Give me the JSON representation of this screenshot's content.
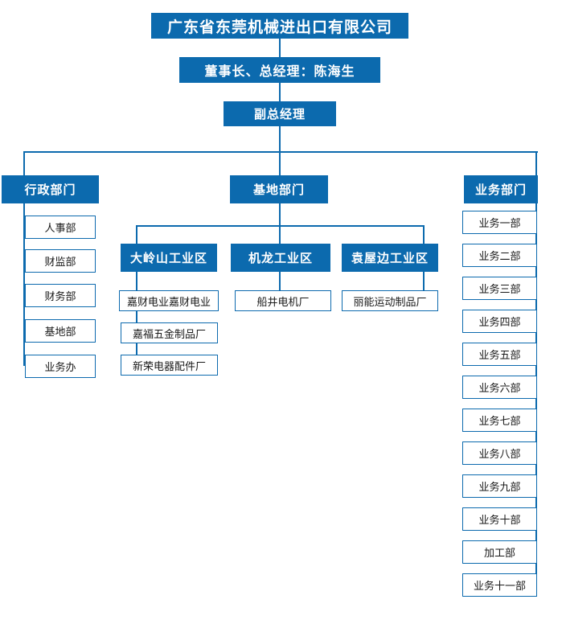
{
  "org": {
    "title": "广东省东莞机械进出口有限公司",
    "chairman": "董事长、总经理：陈海生",
    "vice_gm": "副总经理",
    "admin": {
      "label": "行政部门",
      "children": [
        "人事部",
        "财监部",
        "财务部",
        "基地部",
        "业务办"
      ]
    },
    "base": {
      "label": "基地部门",
      "zones": [
        {
          "label": "大岭山工业区",
          "children": [
            "嘉财电业嘉财电业",
            "嘉福五金制品厂",
            "新荣电器配件厂"
          ]
        },
        {
          "label": "机龙工业区",
          "children": [
            "船井电机厂"
          ]
        },
        {
          "label": "袁屋边工业区",
          "children": [
            "丽能运动制品厂"
          ]
        }
      ]
    },
    "business": {
      "label": "业务部门",
      "children": [
        "业务一部",
        "业务二部",
        "业务三部",
        "业务四部",
        "业务五部",
        "业务六部",
        "业务七部",
        "业务八部",
        "业务九部",
        "业务十部",
        "加工部",
        "业务十一部"
      ]
    }
  },
  "colors": {
    "primary_blue": "#0c6aae",
    "box_text": "#1a1a1a",
    "background": "#ffffff"
  }
}
